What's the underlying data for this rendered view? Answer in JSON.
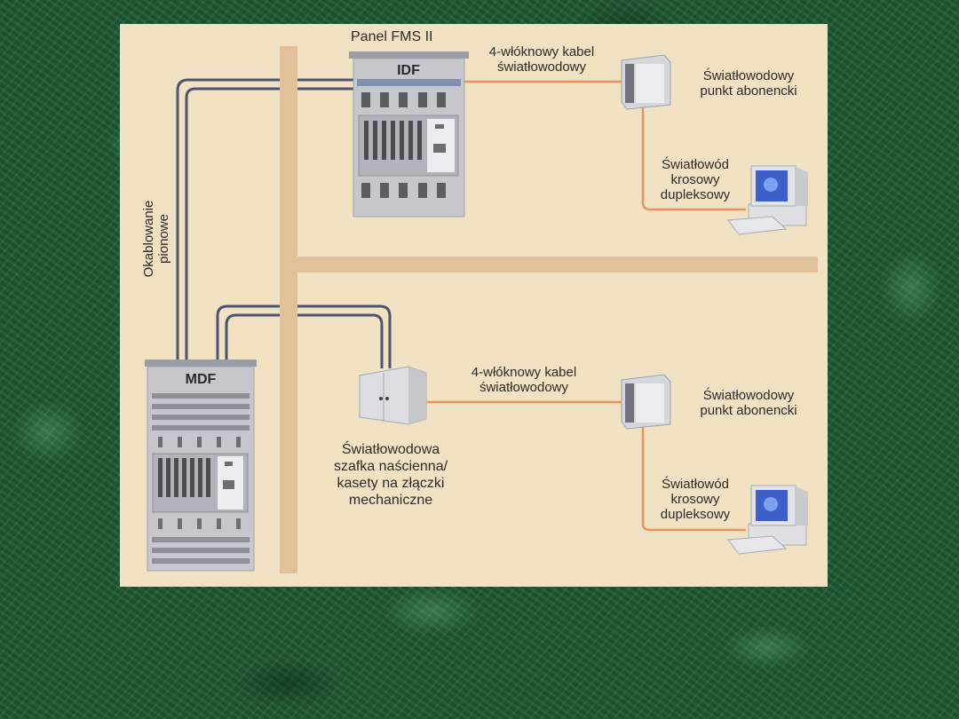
{
  "diagram": {
    "idf": {
      "panel_label": "Panel FMS II",
      "title": "IDF"
    },
    "mdf": {
      "title": "MDF"
    },
    "backbone_label": [
      "Okablowanie",
      "pionowe"
    ],
    "top_link": {
      "cable_label": [
        "4-włóknowy kabel",
        "światłowodowy"
      ],
      "outlet_label": [
        "Światłowodowy",
        "punkt abonencki"
      ],
      "patch_label": [
        "Światłowód",
        "krosowy",
        "dupleksowy"
      ]
    },
    "bottom_link": {
      "cable_label": [
        "4-włóknowy kabel",
        "światłowodowy"
      ],
      "outlet_label": [
        "Światłowodowy",
        "punkt abonencki"
      ],
      "patch_label": [
        "Światłowód",
        "krosowy",
        "dupleksowy"
      ],
      "enclosure_label": [
        "Światłowodowa",
        "szafka naścienna/",
        "kasety na złączki",
        "mechaniczne"
      ]
    },
    "colors": {
      "background_panel": "#f1e2c4",
      "building_band": "#e2c09a",
      "fiber_cable": "#e8955a",
      "backbone_cable": "#4d5470",
      "slide_background": "#1f5a33"
    }
  }
}
